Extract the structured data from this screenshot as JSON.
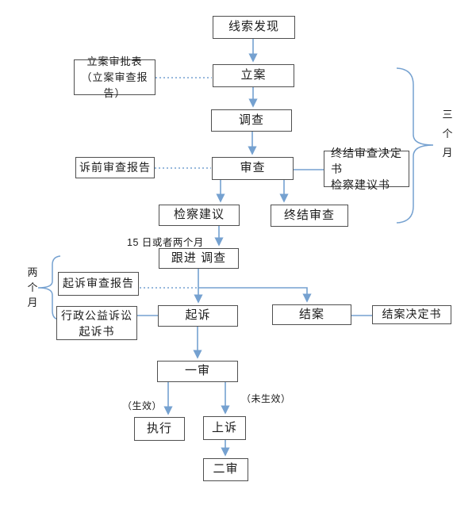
{
  "diagram": {
    "nodes": {
      "clue_discovery": "线索发现",
      "case_filing": "立案",
      "investigation": "调查",
      "review": "审查",
      "filing_form": "立案审批表（立案审查报告）",
      "pre_litigation_report": "诉前审查报告",
      "termination_docs_l1": "终结审查决定书",
      "termination_docs_l2": "检察建议书",
      "procuratorial_suggestion": "检察建议",
      "termination_review": "终结审查",
      "follow_up_investigation": "跟进 调查",
      "prosecution_review_report": "起诉审查报告",
      "admin_lawsuit_l1": "行政公益诉讼",
      "admin_lawsuit_l2": "起诉书",
      "prosecution": "起诉",
      "case_closing": "结案",
      "closing_decision": "结案决定书",
      "first_instance": "一审",
      "execution": "执行",
      "appeal": "上诉",
      "second_instance": "二审"
    },
    "annotations": {
      "deadline_15days": "15 日或者两个月",
      "three_months": "三个月",
      "two_months": "两个月",
      "effective": "（生效）",
      "not_effective": "（未生效）"
    },
    "colors": {
      "connector_blue": "#75a1d0",
      "box_border_gray": "#4f4f4f",
      "text_black": "#1c1c1c",
      "background": "#ffffff"
    }
  }
}
